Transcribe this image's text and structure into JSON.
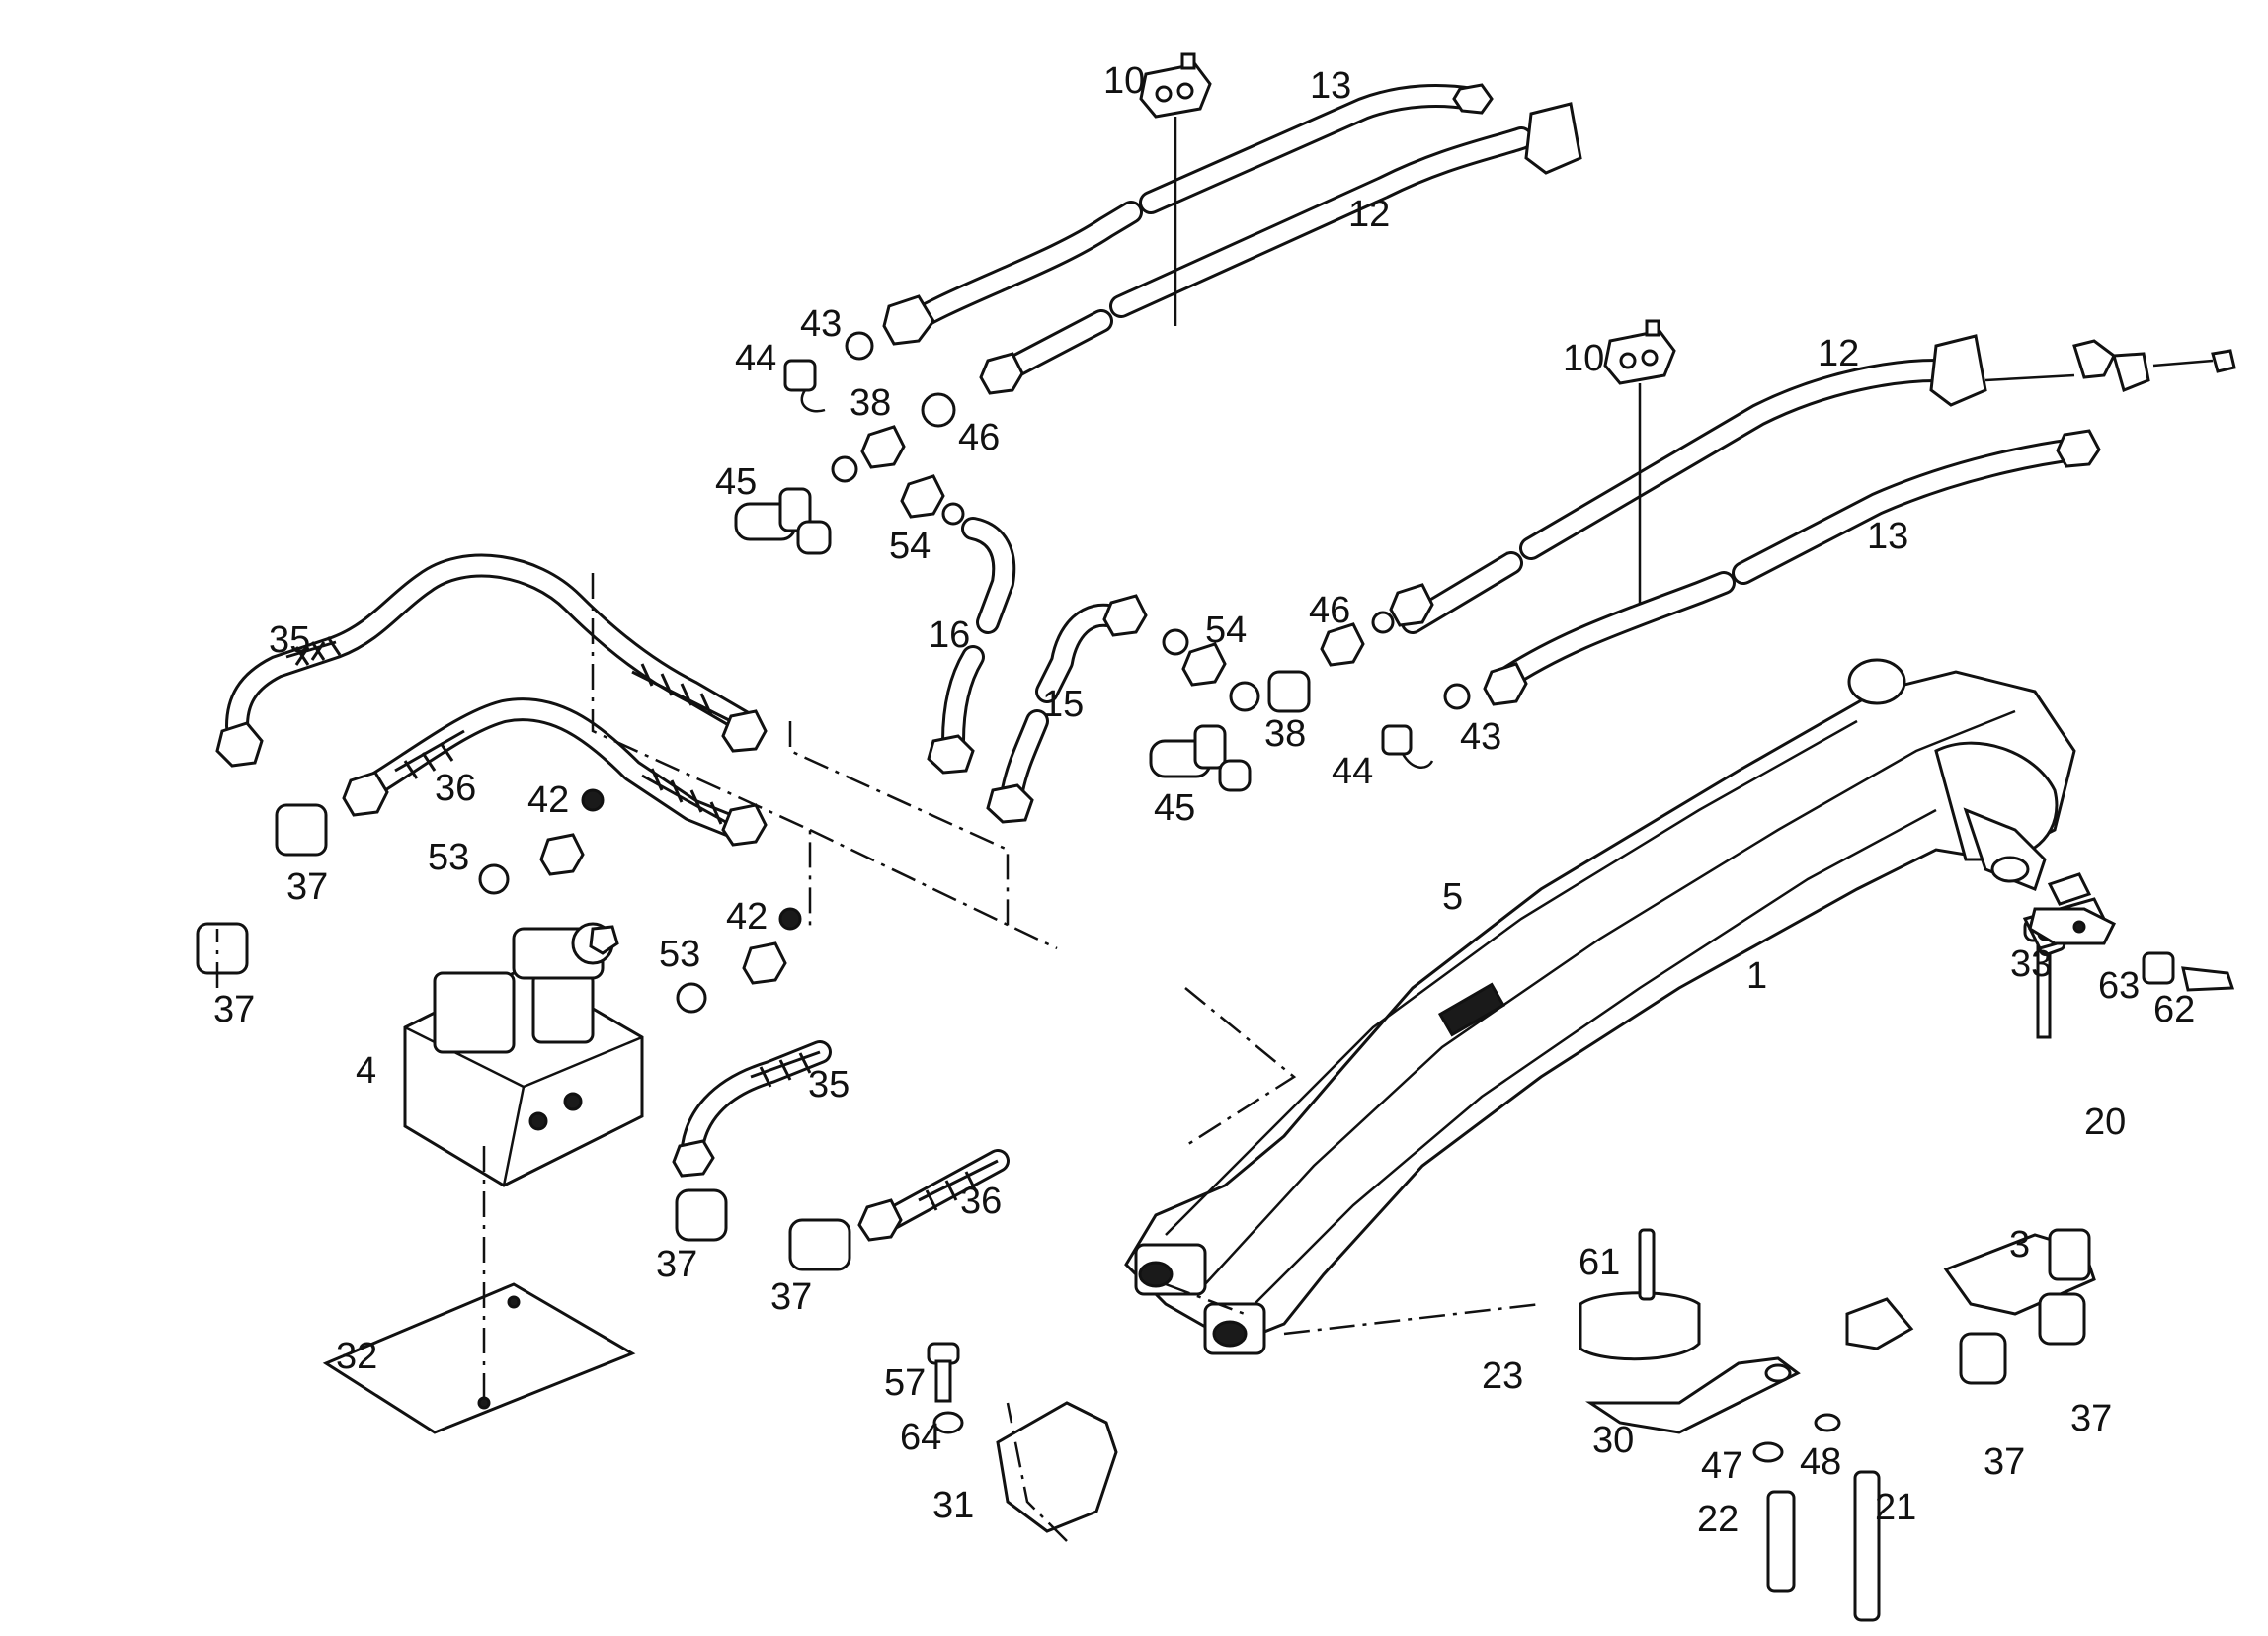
{
  "labels": [
    {
      "id": "10a",
      "text": "10"
    },
    {
      "id": "13a",
      "text": "13"
    },
    {
      "id": "12a",
      "text": "12"
    },
    {
      "id": "43a",
      "text": "43"
    },
    {
      "id": "44a",
      "text": "44"
    },
    {
      "id": "38a",
      "text": "38"
    },
    {
      "id": "46a",
      "text": "46"
    },
    {
      "id": "45a",
      "text": "45"
    },
    {
      "id": "54a",
      "text": "54"
    },
    {
      "id": "16",
      "text": "16"
    },
    {
      "id": "10b",
      "text": "10"
    },
    {
      "id": "12b",
      "text": "12"
    },
    {
      "id": "13b",
      "text": "13"
    },
    {
      "id": "46b",
      "text": "46"
    },
    {
      "id": "54b",
      "text": "54"
    },
    {
      "id": "15",
      "text": "15"
    },
    {
      "id": "38b",
      "text": "38"
    },
    {
      "id": "43b",
      "text": "43"
    },
    {
      "id": "44b",
      "text": "44"
    },
    {
      "id": "45b",
      "text": "45"
    },
    {
      "id": "35a",
      "text": "35"
    },
    {
      "id": "36a",
      "text": "36"
    },
    {
      "id": "42a",
      "text": "42"
    },
    {
      "id": "37a",
      "text": "37"
    },
    {
      "id": "53a",
      "text": "53"
    },
    {
      "id": "42b",
      "text": "42"
    },
    {
      "id": "37b",
      "text": "37"
    },
    {
      "id": "53b",
      "text": "53"
    },
    {
      "id": "4",
      "text": "4"
    },
    {
      "id": "35b",
      "text": "35"
    },
    {
      "id": "36b",
      "text": "36"
    },
    {
      "id": "37c",
      "text": "37"
    },
    {
      "id": "37d",
      "text": "37"
    },
    {
      "id": "32",
      "text": "32"
    },
    {
      "id": "5",
      "text": "5"
    },
    {
      "id": "1",
      "text": "1"
    },
    {
      "id": "33",
      "text": "33"
    },
    {
      "id": "63",
      "text": "63"
    },
    {
      "id": "62",
      "text": "62"
    },
    {
      "id": "20",
      "text": "20"
    },
    {
      "id": "3",
      "text": "3"
    },
    {
      "id": "61",
      "text": "61"
    },
    {
      "id": "23",
      "text": "23"
    },
    {
      "id": "30",
      "text": "30"
    },
    {
      "id": "47",
      "text": "47"
    },
    {
      "id": "48",
      "text": "48"
    },
    {
      "id": "22",
      "text": "22"
    },
    {
      "id": "21",
      "text": "21"
    },
    {
      "id": "37e",
      "text": "37"
    },
    {
      "id": "37f",
      "text": "37"
    },
    {
      "id": "57",
      "text": "57"
    },
    {
      "id": "64",
      "text": "64"
    },
    {
      "id": "31",
      "text": "31"
    }
  ]
}
